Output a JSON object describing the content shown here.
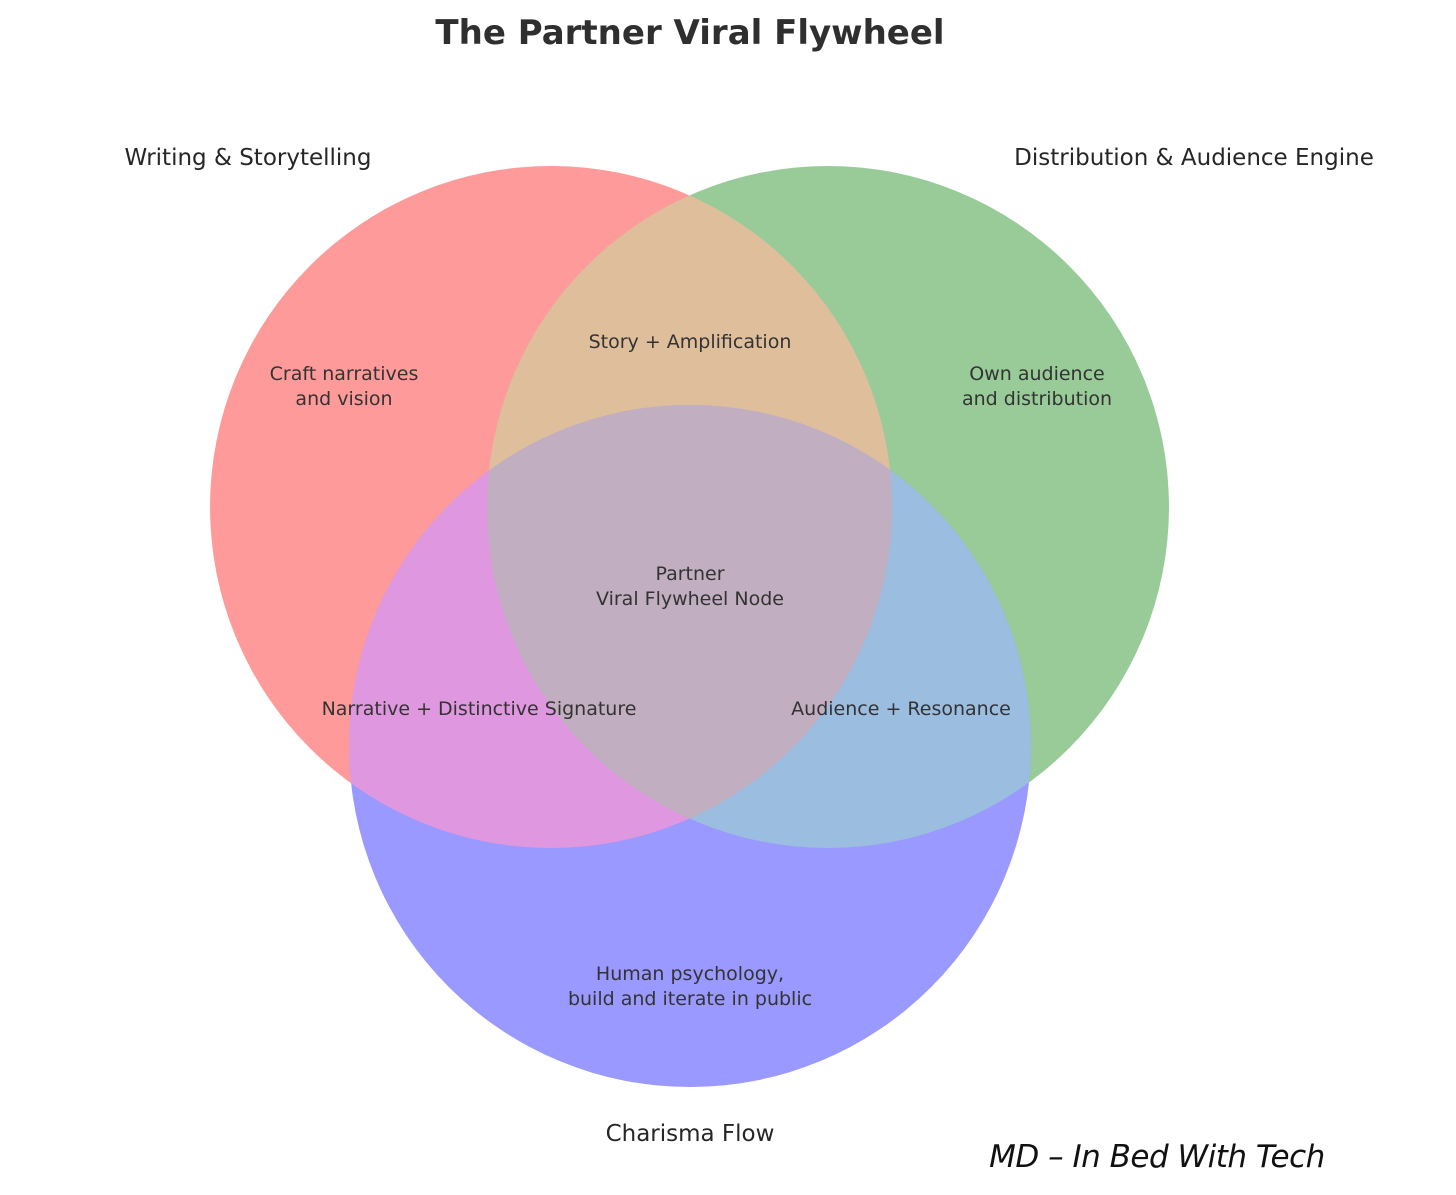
{
  "diagram": {
    "title": "The Partner Viral Flywheel",
    "sets": [
      {
        "key": "writing",
        "label": "Writing & Storytelling",
        "color": "#ff9a9a"
      },
      {
        "key": "distribution",
        "label": "Distribution & Audience Engine",
        "color": "#98cb98"
      },
      {
        "key": "charisma",
        "label": "Charisma Flow",
        "color": "#9999ff"
      }
    ],
    "regions": {
      "writing_only": [
        "Craft narratives",
        "and vision"
      ],
      "distribution_only": [
        "Own audience",
        "and distribution"
      ],
      "charisma_only": [
        "Human psychology,",
        "build and iterate in public"
      ],
      "writing_distribution": [
        "Story + Amplification"
      ],
      "writing_charisma": [
        "Narrative + Distinctive Signature"
      ],
      "distribution_charisma": [
        "Audience + Resonance"
      ],
      "center": [
        "Partner",
        "Viral Flywheel Node"
      ]
    },
    "overlap_colors": {
      "writing_distribution": "#dfbe9c",
      "writing_charisma": "#df98df",
      "distribution_charisma": "#9abde0",
      "center": "#c1aec1"
    },
    "signature": "MD – In Bed With Tech"
  }
}
